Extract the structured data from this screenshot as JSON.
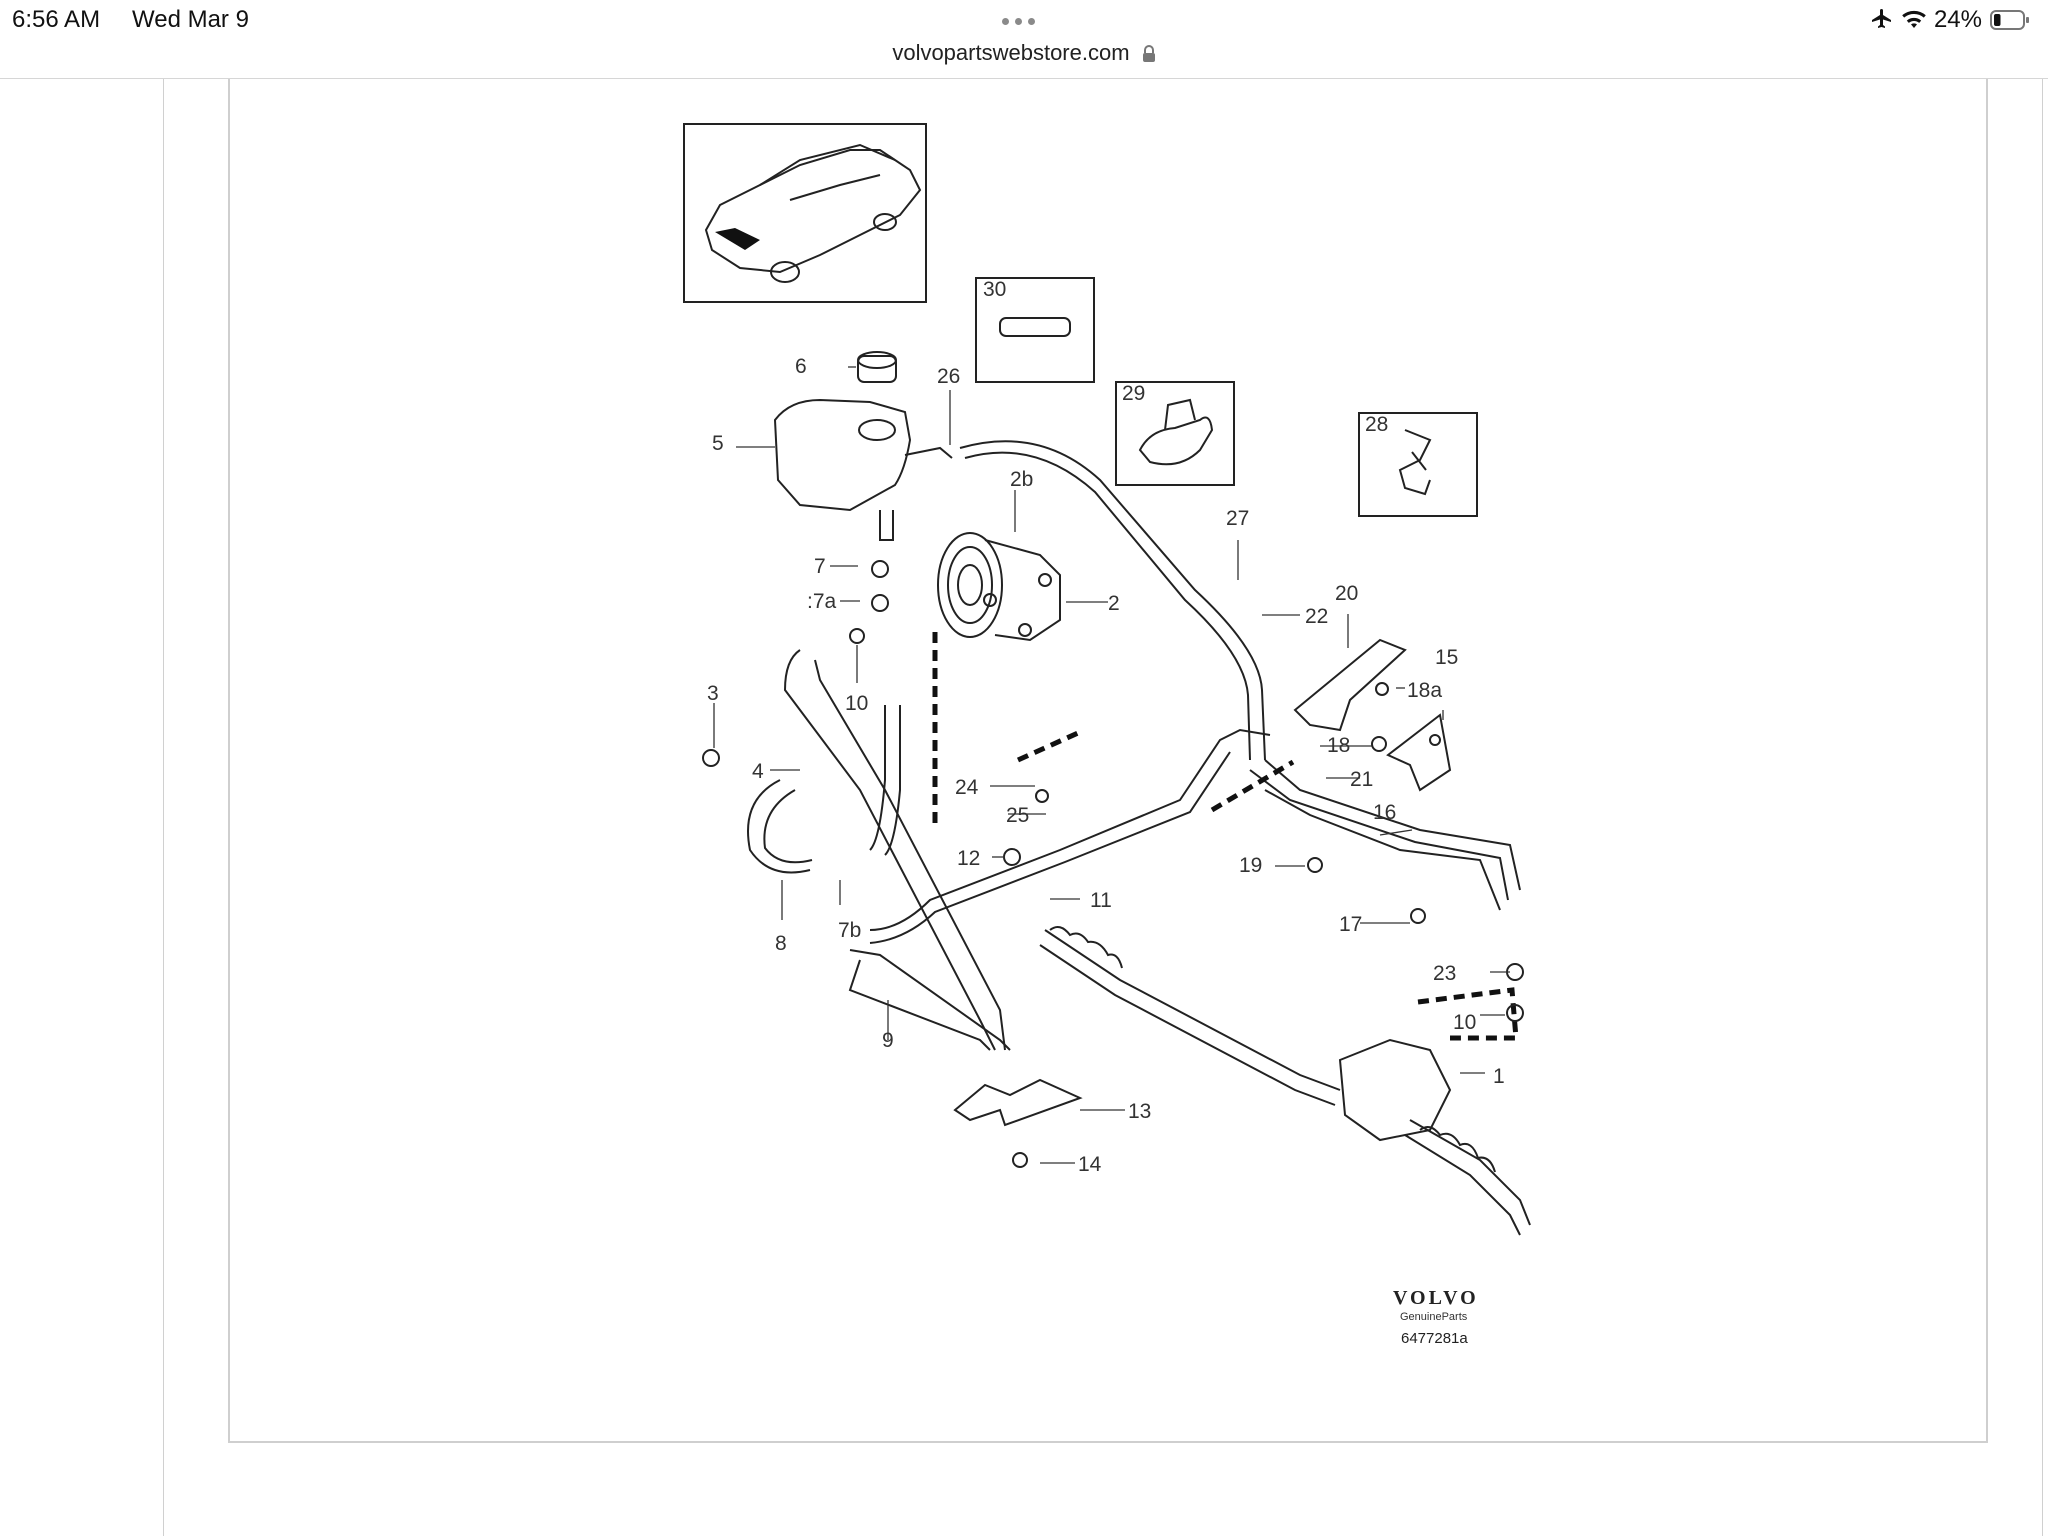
{
  "status_bar": {
    "time": "6:56 AM",
    "date": "Wed Mar 9",
    "battery_percent": "24%",
    "battery_level": 0.24,
    "icons": [
      "airplane-icon",
      "wifi-icon",
      "battery-icon"
    ]
  },
  "browser": {
    "url": "volvopartswebstore.com",
    "secure_icon": "lock-icon"
  },
  "diagram": {
    "callouts": {
      "c1": "1",
      "c2": "2",
      "c2b": "2b",
      "c3": "3",
      "c4": "4",
      "c5": "5",
      "c6": "6",
      "c7": "7",
      "c7a": ":7a",
      "c7b": "7b",
      "c8": "8",
      "c9": "9",
      "c10a": "10",
      "c10b": "10",
      "c11": "11",
      "c12": "12",
      "c13": "13",
      "c14": "14",
      "c15": "15",
      "c16": "16",
      "c17": "17",
      "c18": "18",
      "c18a": "18a",
      "c19": "19",
      "c20": "20",
      "c21": "21",
      "c22": "22",
      "c23": "23",
      "c24": "24",
      "c25": "25",
      "c26": "26",
      "c27": "27",
      "c28": "28",
      "c29": "29",
      "c30": "30"
    },
    "brand": "VOLVO",
    "brand_sub": "GenuineParts",
    "drawing_code": "6477281a"
  },
  "colors": {
    "page_background": "#ffffff",
    "frame_border": "#cfcfcf",
    "line_art": "#222222"
  }
}
